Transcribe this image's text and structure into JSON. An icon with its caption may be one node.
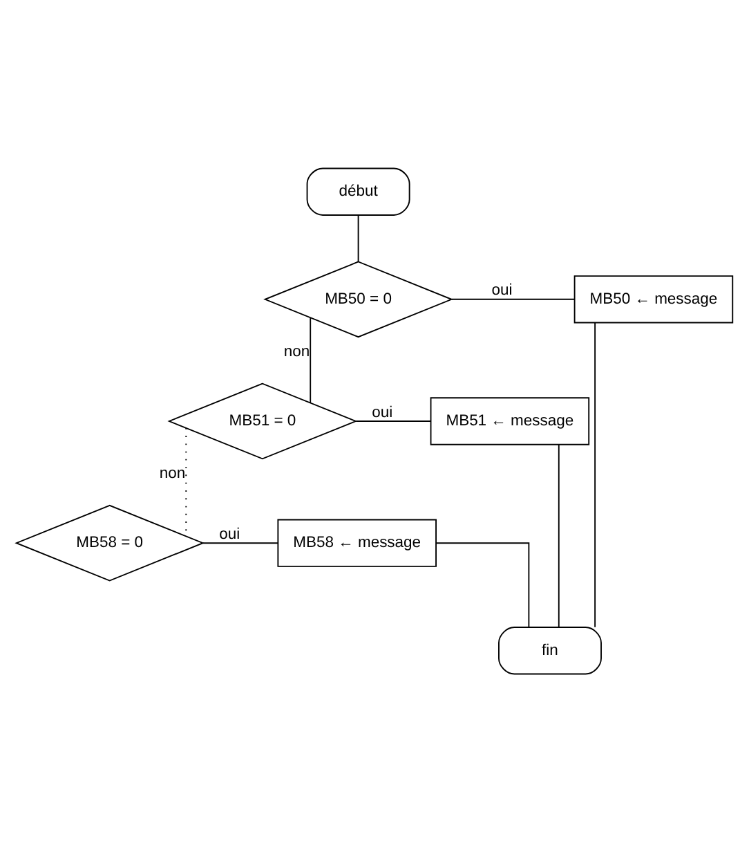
{
  "diagram": {
    "nodes": [
      {
        "text": [
          "début"
        ]
      },
      {
        "text": [
          "MB50 = 0"
        ]
      },
      {
        "text": [
          "MB50 ← message"
        ]
      },
      {
        "text": [
          "MB51 = 0"
        ]
      },
      {
        "text": [
          "MB51 ← message"
        ]
      },
      {
        "text": [
          "MB58 = 0"
        ]
      },
      {
        "text": [
          "MB58 ← message"
        ]
      },
      {
        "text": [
          "fin"
        ]
      }
    ],
    "edges": [
      {
        "from": 0,
        "to": 1,
        "arrow": "none"
      },
      {
        "from": 1,
        "to": 2,
        "arrow": "none",
        "label": "oui"
      },
      {
        "from": 1,
        "to": 3,
        "arrow": "none",
        "label": "non"
      },
      {
        "from": 3,
        "to": 4,
        "arrow": "none",
        "label": "oui"
      },
      {
        "from": 3,
        "to": 5,
        "arrow": "none",
        "label": "non",
        "style": "dashed"
      },
      {
        "from": 5,
        "to": 6,
        "arrow": "none",
        "label": "oui"
      },
      {
        "from": 2,
        "to": 7,
        "arrow": "none"
      },
      {
        "from": 4,
        "to": 7,
        "arrow": "none"
      },
      {
        "from": 6,
        "to": 7,
        "arrow": "none"
      }
    ]
  }
}
